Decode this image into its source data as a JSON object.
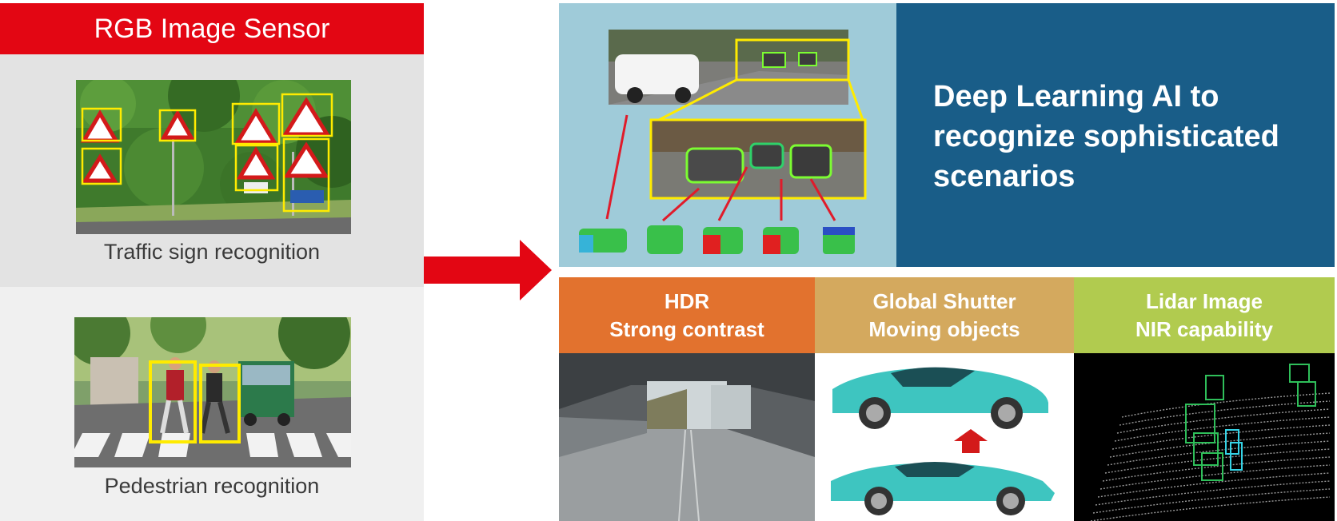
{
  "left": {
    "header": "RGB Image Sensor",
    "traffic_caption": "Traffic sign recognition",
    "pedestrian_caption": "Pedestrian recognition"
  },
  "top_right": {
    "headline": "Deep Learning AI to recognize sophisticated scenarios"
  },
  "features": [
    {
      "line1": "HDR",
      "line2": "Strong contrast",
      "color": "#e2722e"
    },
    {
      "line1": "Global Shutter",
      "line2": "Moving objects",
      "color": "#d4a95e"
    },
    {
      "line1": "Lidar Image",
      "line2": "NIR capability",
      "color": "#b1cb4f"
    }
  ],
  "colors": {
    "red": "#e30613",
    "blue": "#195d88",
    "light_blue": "#9fcbd9",
    "highlight_box": "#ffeb00"
  },
  "icons": [
    "right-arrow-icon",
    "up-arrow-icon",
    "warning-sign-icon"
  ]
}
